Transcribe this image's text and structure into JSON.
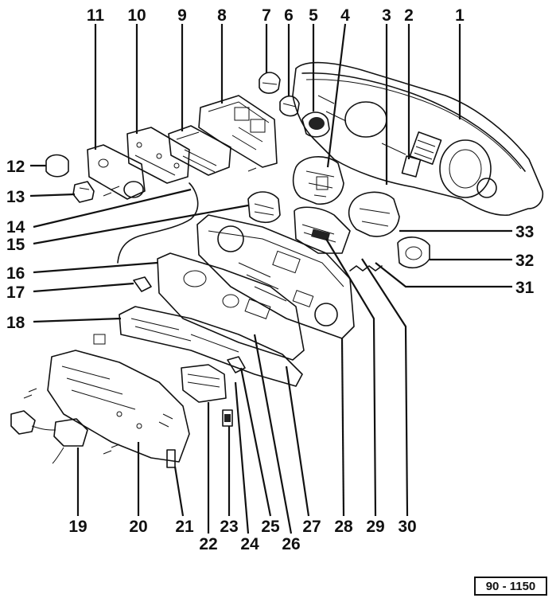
{
  "diagram": {
    "reference_code": "90 - 1150",
    "callouts": [
      "1",
      "2",
      "3",
      "4",
      "5",
      "6",
      "7",
      "8",
      "9",
      "10",
      "11",
      "12",
      "13",
      "14",
      "15",
      "16",
      "17",
      "18",
      "19",
      "20",
      "21",
      "22",
      "23",
      "24",
      "25",
      "26",
      "27",
      "28",
      "29",
      "30",
      "31",
      "32",
      "33"
    ]
  }
}
